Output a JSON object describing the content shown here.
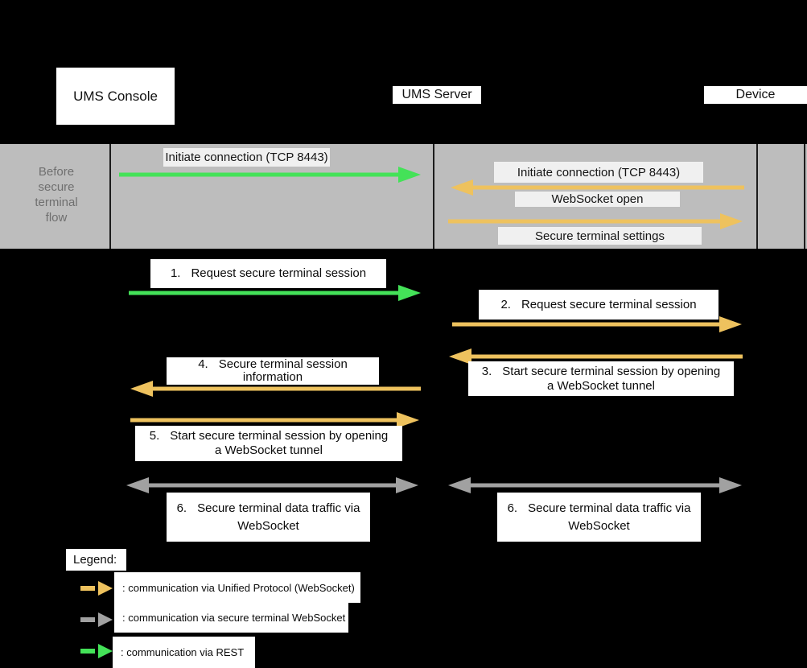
{
  "colors": {
    "background": "#000000",
    "band_background": "#bdbdbd",
    "band_text": "#6f6f6f",
    "band_label_box": "#f0f0f0",
    "white_box": "#ffffff",
    "rest_green": "#44e258",
    "unified_orange": "#eec25e",
    "websocket_gray": "#a1a1a1"
  },
  "actors": {
    "console": "UMS Console",
    "server": "UMS Server",
    "device": "Device"
  },
  "band": {
    "label": "Before secure terminal flow",
    "msg_init_rest": "Initiate connection (TCP 8443)",
    "msg_init_unified": "Initiate connection (TCP 8443)",
    "msg_ws_open": "WebSocket open",
    "msg_settings": "Secure terminal settings"
  },
  "steps": {
    "s1": {
      "num": "1.",
      "text": "Request secure terminal session"
    },
    "s2": {
      "num": "2.",
      "text": "Request secure terminal session"
    },
    "s3": {
      "num": "3.",
      "line1": "Start secure terminal session by opening",
      "line2": "a WebSocket tunnel"
    },
    "s4": {
      "num": "4.",
      "line1": "Secure terminal session",
      "line2": "information"
    },
    "s5": {
      "num": "5.",
      "line1": "Start secure terminal session by opening",
      "line2": "a WebSocket tunnel"
    },
    "s6_left": {
      "num": "6.",
      "line1": "Secure terminal data traffic via",
      "line2": "WebSocket"
    },
    "s6_right": {
      "num": "6.",
      "line1": "Secure terminal data traffic via",
      "line2": "WebSocket"
    }
  },
  "legend": {
    "title": "Legend:",
    "unified": ": communication via Unified Protocol (WebSocket)",
    "secure": ": communication via secure terminal WebSocket",
    "rest": ": communication via REST"
  }
}
